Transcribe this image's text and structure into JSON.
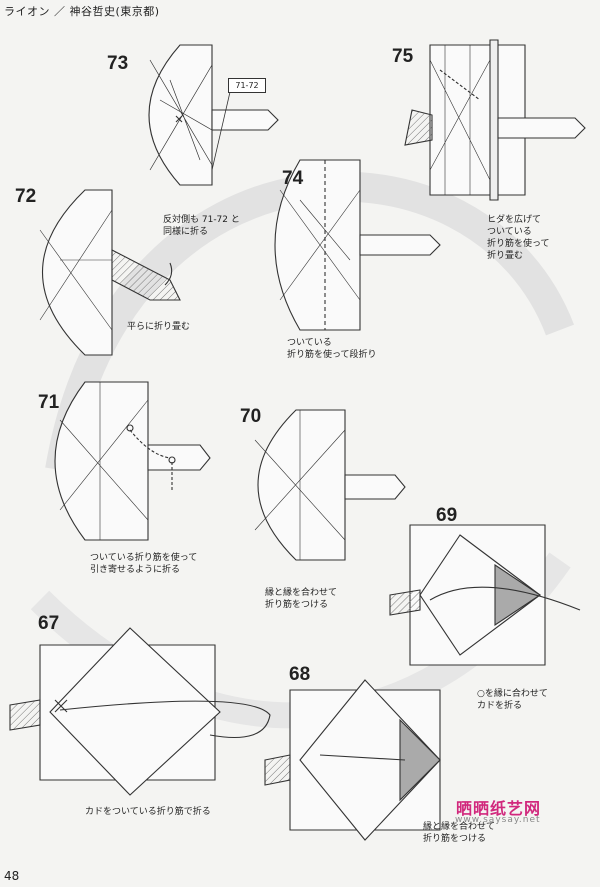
{
  "header": {
    "title": "ライオン ／ 神谷哲史(東京都)"
  },
  "steps": [
    {
      "num": "73",
      "caption": "反対側も 71-72 と\n同様に折る",
      "ref": "71-72"
    },
    {
      "num": "75",
      "caption": "ヒダを広げて\nついている\n折り筋を使って\n折り畳む"
    },
    {
      "num": "74",
      "caption": "ついている\n折り筋を使って段折り"
    },
    {
      "num": "72",
      "caption": "平らに折り畳む"
    },
    {
      "num": "71",
      "caption": "ついている折り筋を使って\n引き寄せるように折る"
    },
    {
      "num": "70",
      "caption": "縁と縁を合わせて\n折り筋をつける"
    },
    {
      "num": "69",
      "caption": "○を縁に合わせて\nカドを折る"
    },
    {
      "num": "67",
      "caption": "カドをついている折り筋で折る"
    },
    {
      "num": "68",
      "caption": "縁と縁を合わせて\n折り筋をつける"
    }
  ],
  "footer": {
    "page_number": "48"
  },
  "watermark": {
    "brand": "晒晒纸艺网",
    "url": "www.saysay.net"
  }
}
